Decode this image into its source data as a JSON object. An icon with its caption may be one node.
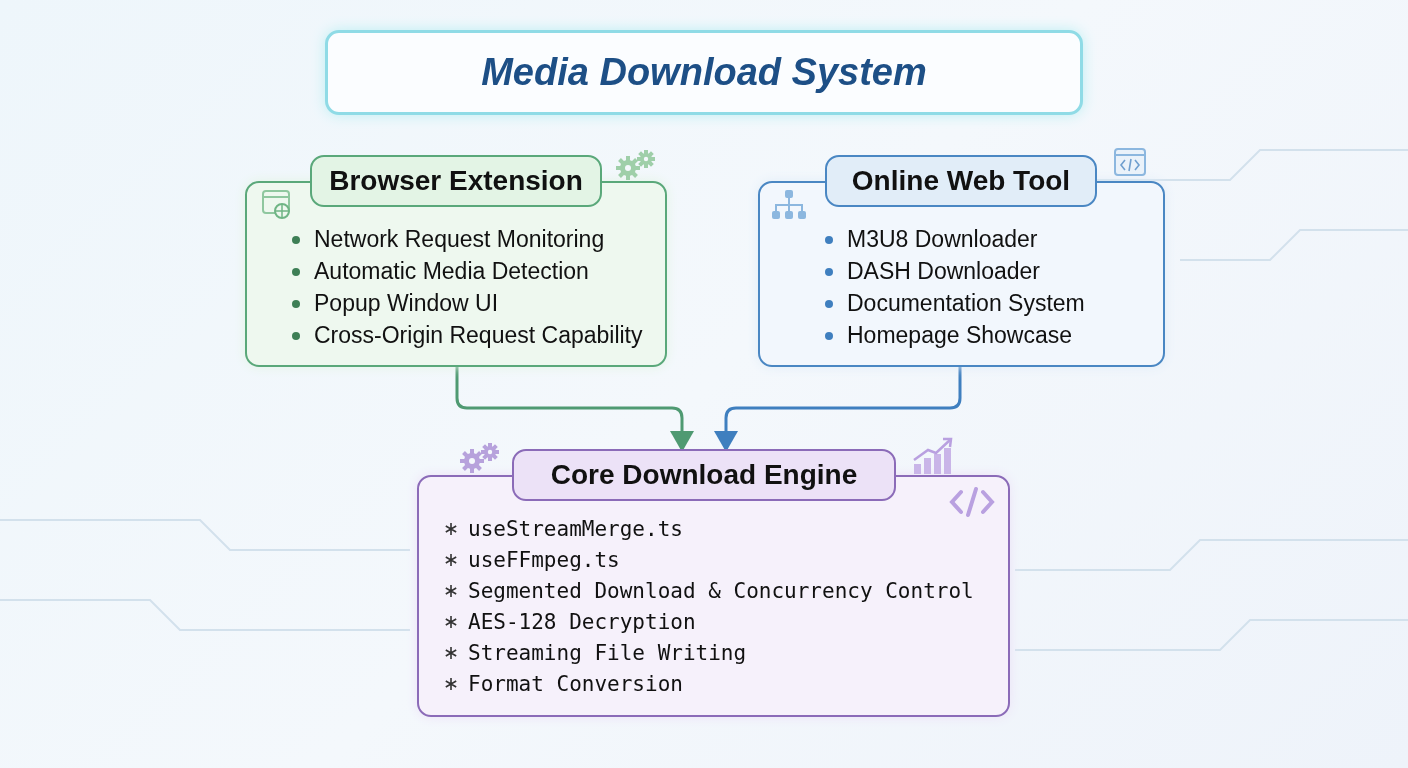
{
  "diagram": {
    "title": "Media Download System",
    "nodes": [
      {
        "text": [
          "Browser Extension",
          "Network Request Monitoring",
          "Automatic Media Detection",
          "Popup Window UI",
          "Cross-Origin Request Capability"
        ]
      },
      {
        "text": [
          "Online Web Tool",
          "M3U8 Downloader",
          "DASH Downloader",
          "Documentation System",
          "Homepage Showcase"
        ]
      },
      {
        "text": [
          "Core Download Engine",
          "useStreamMerge.ts",
          "useFFmpeg.ts",
          "Segmented Download & Concurrency Control",
          "AES-128 Decryption",
          "Streaming File Writing",
          "Format Conversion"
        ]
      }
    ],
    "edges": [
      {
        "from": 0,
        "to": 2,
        "arrow": "to",
        "color": "#4f9a72"
      },
      {
        "from": 1,
        "to": 2,
        "arrow": "to",
        "color": "#3f7fbf"
      }
    ]
  }
}
